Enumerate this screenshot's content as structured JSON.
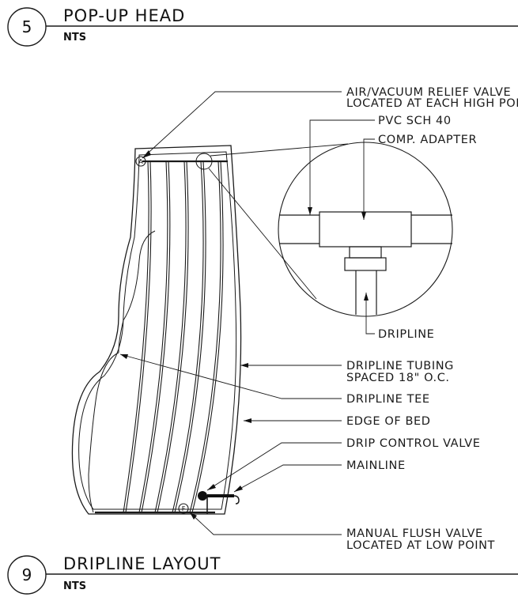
{
  "top_detail": {
    "number": "5",
    "title": "POP-UP HEAD",
    "scale": "NTS"
  },
  "bottom_detail": {
    "number": "9",
    "title": "DRIPLINE LAYOUT",
    "scale": "NTS"
  },
  "callouts": {
    "air_relief_1": "AIR/VACUUM RELIEF VALVE",
    "air_relief_2": "LOCATED AT EACH HIGH POINT",
    "pvc": "PVC SCH 40",
    "comp_adapter": "COMP. ADAPTER",
    "dripline": "DRIPLINE",
    "tubing_1": "DRIPLINE TUBING",
    "tubing_2": "SPACED 18\" O.C.",
    "tee": "DRIPLINE TEE",
    "edge": "EDGE OF BED",
    "control_valve": "DRIP CONTROL VALVE",
    "mainline": "MAINLINE",
    "flush_1": "MANUAL FLUSH VALVE",
    "flush_2": "LOCATED AT LOW POINT"
  },
  "markers": {
    "top_valve": "A",
    "bottom_valve": "F"
  }
}
